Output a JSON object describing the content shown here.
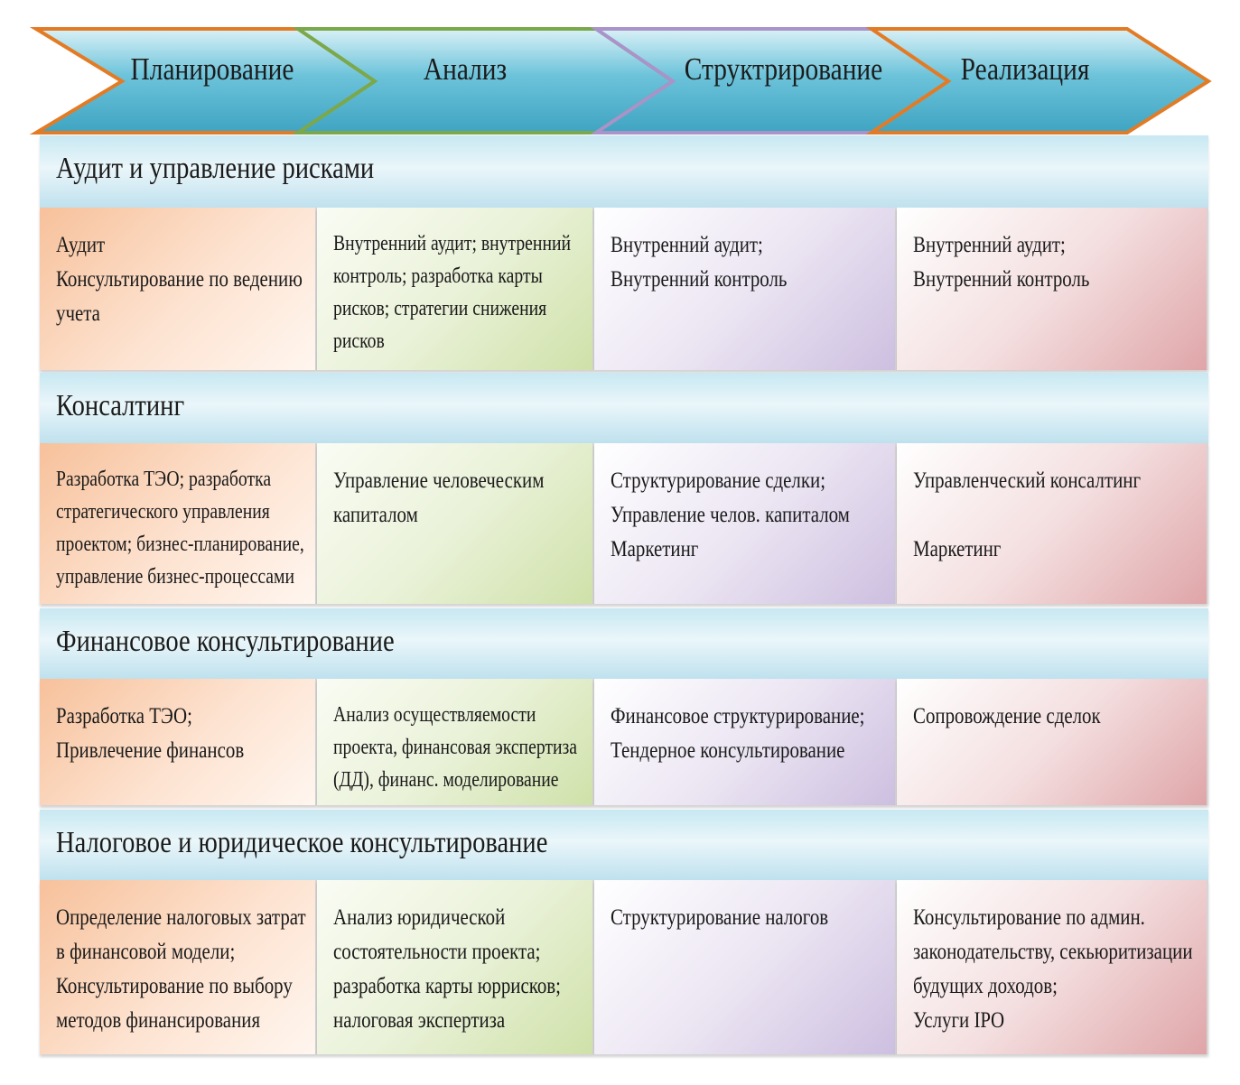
{
  "stages": [
    "Планирование",
    "Анализ",
    "Структрирование",
    "Реализация"
  ],
  "sections": [
    {
      "title": "Аудит и управление рисками",
      "cells": [
        [
          "Аудит",
          "Консультирование по ведению",
          "учета"
        ],
        [
          "Внутренний аудит;  внутренний",
          "контроль; разработка карты",
          "рисков; стратегии снижения",
          "рисков"
        ],
        [
          "Внутренний аудит;",
          "Внутренний контроль"
        ],
        [
          "Внутренний аудит;",
          "Внутренний контроль"
        ]
      ]
    },
    {
      "title": "Консалтинг",
      "cells": [
        [
          "Разработка ТЭО; разработка",
          "стратегического управления",
          "проектом; бизнес-планирование,",
          "управление бизнес-процессами"
        ],
        [
          "Управление человеческим",
          "капиталом"
        ],
        [
          "Структурирование сделки;",
          "Управление челов. капиталом",
          "Маркетинг"
        ],
        [
          "Управленческий консалтинг",
          "",
          "Маркетинг"
        ]
      ]
    },
    {
      "title": "Финансовое консультирование",
      "cells": [
        [
          "Разработка ТЭО;",
          "Привлечение финансов"
        ],
        [
          "Анализ осуществляемости",
          "проекта, финансовая экспертиза",
          "(ДД), финанс. моделирование"
        ],
        [
          "Финансовое  структурирование;",
          "Тендерное консультирование"
        ],
        [
          "Сопровождение сделок"
        ]
      ]
    },
    {
      "title": "Налоговое и юридическое консультирование",
      "cells": [
        [
          "Определение налоговых затрат",
          "в финансовой модели;",
          "Консультирование по выбору",
          "методов финансирования"
        ],
        [
          "Анализ юридической",
          "состоятельности проекта;",
          "разработка карты юррисков;",
          "налоговая экспертиза"
        ],
        [
          "Структурирование налогов"
        ],
        [
          "Консультирование по админ.",
          "законодательству,  секьюритизации",
          "будущих доходов;",
          "Услуги IPO"
        ]
      ]
    }
  ],
  "colors": {
    "chevron_fill": "#4fb3cf",
    "chevron_outline": [
      "#e37b25",
      "#7aa84a",
      "#a993c8",
      "#e37b25"
    ],
    "columns": [
      "#f7c19b",
      "#cfe1a9",
      "#cdbfe0",
      "#dfa5a8"
    ]
  }
}
